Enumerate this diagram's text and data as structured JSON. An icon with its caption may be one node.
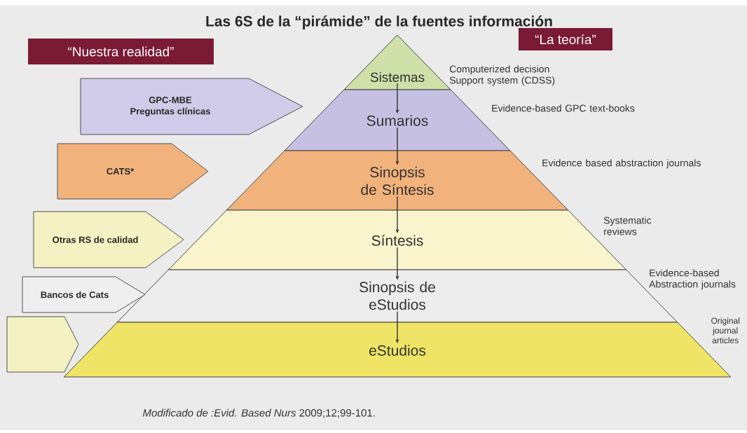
{
  "diagram": {
    "title": "Las 6S de la “pirámide” de la fuentes información",
    "caption": "*Modificado de :Evid. Based Nurs* 2009;12;99-101.",
    "nodes": [
      {
        "text": [
          "“Nuestra realidad”"
        ]
      },
      {
        "text": [
          "“La teoría”"
        ]
      },
      {
        "text": [
          "Sistemas"
        ],
        "beside": [
          "Computerized decision Support system (CDSS)"
        ]
      },
      {
        "text": [
          "Sumarios"
        ],
        "beside": [
          "Evidence-based GPC text-books"
        ]
      },
      {
        "text": [
          "Sinopsis de Síntesis"
        ],
        "beside": [
          "Evidence based abstraction journals"
        ]
      },
      {
        "text": [
          "Síntesis"
        ],
        "beside": [
          "Systematic reviews"
        ]
      },
      {
        "text": [
          "Sinopsis de eStudios"
        ],
        "beside": [
          "Evidence-based Abstraction journals"
        ]
      },
      {
        "text": [
          "eStudios"
        ],
        "beside": [
          "Original journal articles"
        ]
      },
      {
        "text": [
          "GPC-MBE",
          "Preguntas clínicas"
        ]
      },
      {
        "text": [
          "CATS*"
        ]
      },
      {
        "text": [
          "Otras RS de calidad"
        ]
      },
      {
        "text": [
          "Bancos de Cats"
        ]
      },
      {
        "text": [],
        "shape": "pentagon"
      }
    ],
    "edges": [
      {
        "from": 2,
        "to": 3,
        "arrow": "to"
      },
      {
        "from": 3,
        "to": 4,
        "arrow": "to"
      },
      {
        "from": 4,
        "to": 5,
        "arrow": "to"
      },
      {
        "from": 5,
        "to": 6,
        "arrow": "to"
      },
      {
        "from": 6,
        "to": 7,
        "arrow": "to"
      }
    ]
  }
}
